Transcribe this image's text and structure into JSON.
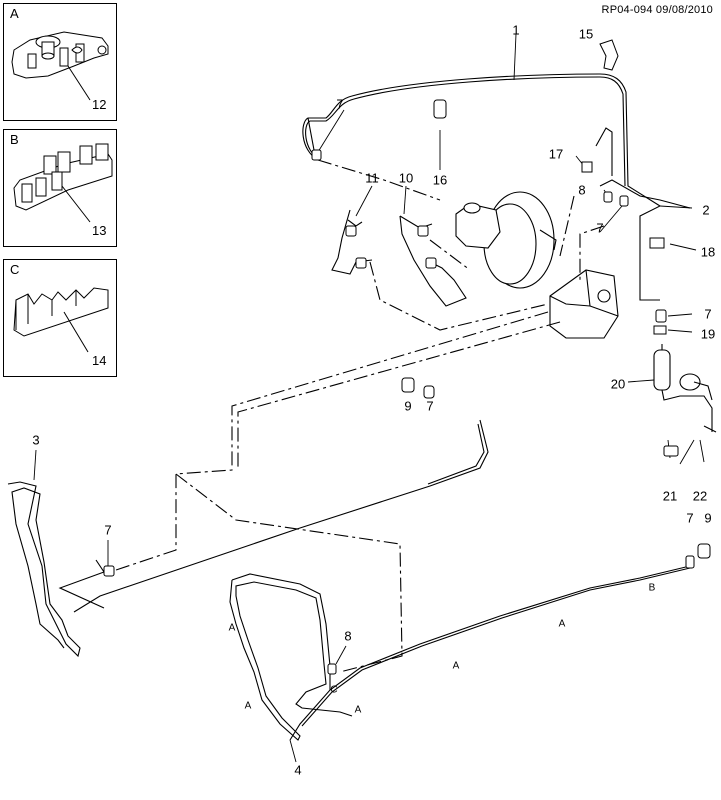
{
  "reference": "RP04-094 09/08/2010",
  "insets": [
    {
      "letter": "A",
      "part": "12"
    },
    {
      "letter": "B",
      "part": "13"
    },
    {
      "letter": "C",
      "part": "14"
    }
  ],
  "callouts": {
    "c1": "1",
    "c2": "2",
    "c3": "3",
    "c4": "4",
    "c7a": "7",
    "c7b": "7",
    "c7c": "7",
    "c7d": "7",
    "c7e": "7",
    "c7f": "7",
    "c8a": "8",
    "c8b": "8",
    "c9a": "9",
    "c9b": "9",
    "c10": "10",
    "c11": "11",
    "c15": "15",
    "c16": "16",
    "c17": "17",
    "c18": "18",
    "c19": "19",
    "c20": "20",
    "c21": "21",
    "c22": "22"
  },
  "line_tags": {
    "a1": "A",
    "a2": "A",
    "a3": "A",
    "a4": "A",
    "a5": "A",
    "b1": "B",
    "c1": "C"
  }
}
